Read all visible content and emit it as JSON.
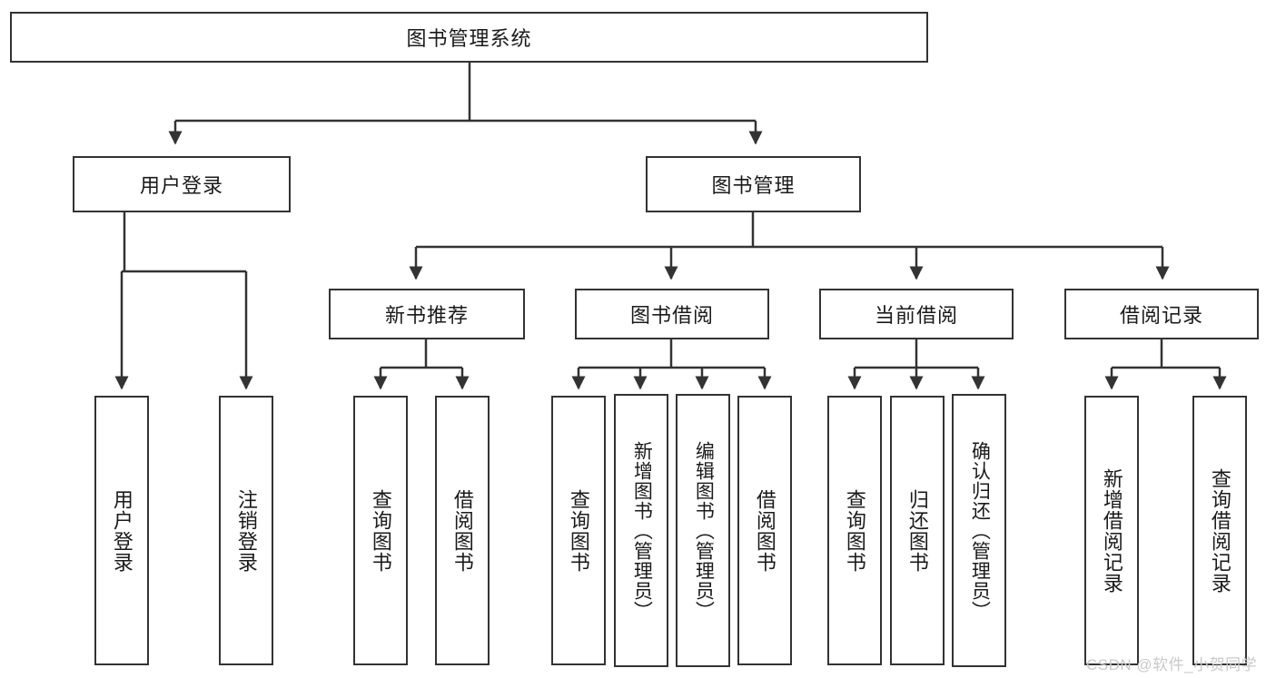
{
  "diagram": {
    "type": "tree-hierarchy",
    "title": "图书管理系统",
    "watermark": "CSDN @软件_小贺同学",
    "colors": {
      "stroke": "#333333",
      "fill": "#ffffff",
      "text": "#1a1a1a",
      "watermark": "#c9c9c9"
    },
    "nodes": {
      "root": "图书管理系统",
      "level2": [
        "用户登录",
        "图书管理"
      ],
      "level3": [
        "新书推荐",
        "图书借阅",
        "当前借阅",
        "借阅记录"
      ],
      "leaves": {
        "user_login": [
          "用户登录",
          "注销登录"
        ],
        "new_book_recommend": [
          "查询图书",
          "借阅图书"
        ],
        "book_borrow": [
          "查询图书",
          "新增图书（管理员）",
          "编辑图书（管理员）",
          "借阅图书"
        ],
        "current_borrow": [
          "查询图书",
          "归还图书",
          "确认归还（管理员）"
        ],
        "borrow_record": [
          "新增借阅记录",
          "查询借阅记录"
        ]
      }
    }
  }
}
